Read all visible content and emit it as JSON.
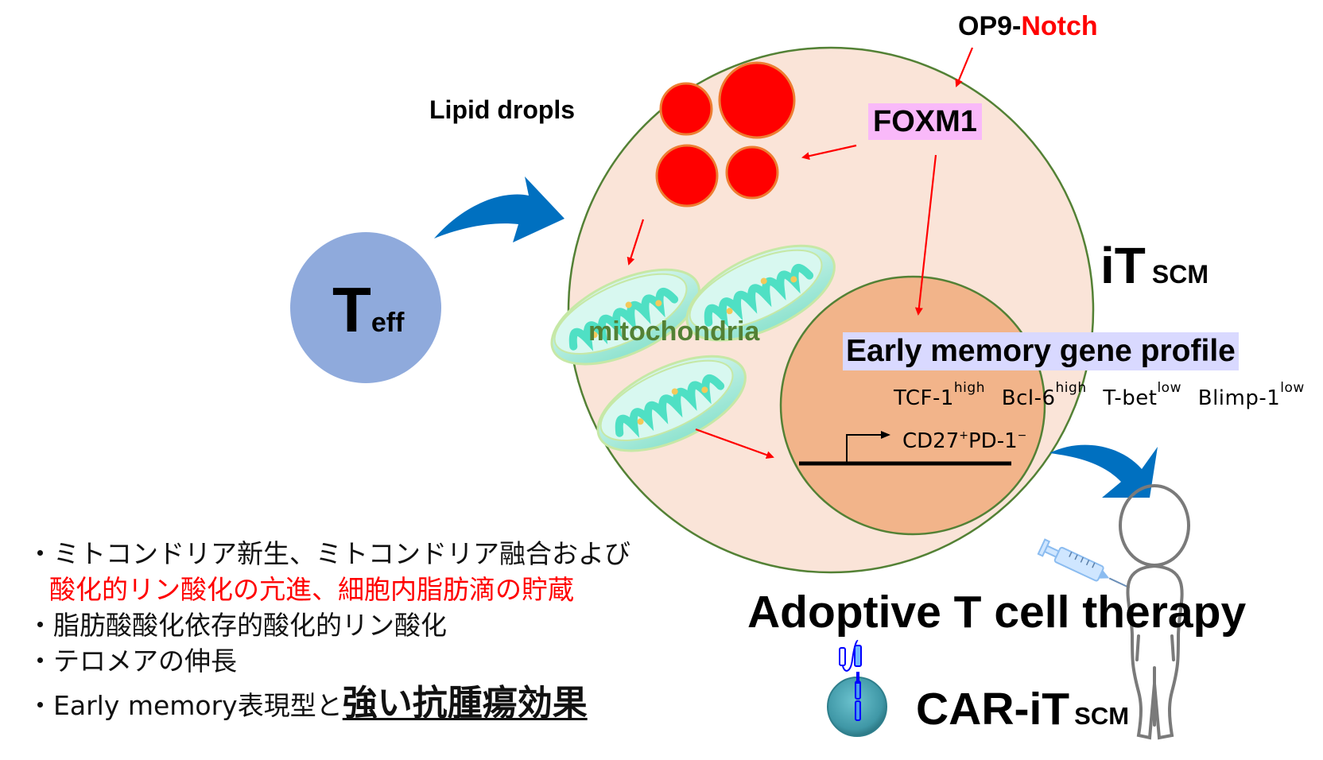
{
  "labels": {
    "op9_prefix": "OP9-",
    "op9_suffix": "Notch",
    "foxm1": "FOXM1",
    "lipid_droplets": "Lipid dropls",
    "teff_main": "T",
    "teff_sub": "eff",
    "mitochondria": "mitochondria",
    "itscm_main": "iT",
    "itscm_sub": "SCM",
    "early_memory_profile": "Early memory gene profile",
    "genes": [
      {
        "name": "TCF-1",
        "level": "high"
      },
      {
        "name": "Bcl-6",
        "level": "high"
      },
      {
        "name": "T-bet",
        "level": "low"
      },
      {
        "name": "Blimp-1",
        "level": "low"
      }
    ],
    "surface_markers": [
      {
        "name": "CD27",
        "sign": "+"
      },
      {
        "name": "PD-1",
        "sign": "−"
      }
    ],
    "adoptive_therapy": "Adoptive T cell therapy",
    "car_main": "CAR-iT",
    "car_sub": "SCM"
  },
  "bullets": {
    "item1_line1": "・ミトコンドリア新生、ミトコンドリア融合および",
    "item1_line2": "酸化的リン酸化の亢進、細胞内脂肪滴の貯蔵",
    "item2": "・脂肪酸酸化依存的酸化的リン酸化",
    "item3": "・テロメアの伸長",
    "item4_prefix": "・Early memory表現型と",
    "item4_emphasis": "強い抗腫瘍効果"
  },
  "colors": {
    "cell_fill": "#fae4d8",
    "cell_stroke": "#538135",
    "nucleus_fill": "#f2b48a",
    "teff_fill": "#8faadc",
    "lipid_fill": "#ff0000",
    "lipid_stroke": "#ed7d31",
    "arrow_blue": "#0070c0",
    "arrow_red": "#ff0000",
    "foxm1_bg": "#f9b9f9",
    "profile_bg": "#d9d9ff",
    "mito_text": "#538135"
  }
}
